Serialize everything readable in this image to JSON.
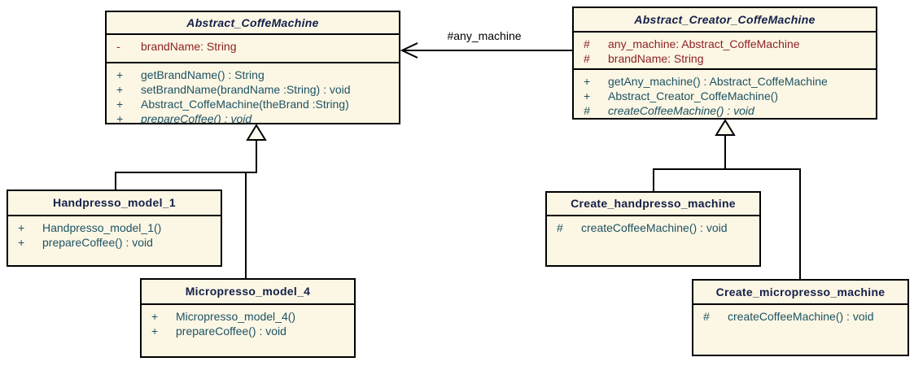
{
  "diagram_type": "uml-class-diagram",
  "colors": {
    "box_fill": "#FCF6E4",
    "box_border": "#000000",
    "title_text": "#14204A",
    "attribute_text": "#8D2323",
    "method_text": "#1D5363",
    "association_label_text": "#000000"
  },
  "classes": {
    "c1": {
      "name": "Abstract_CoffeMachine",
      "abstract": true,
      "attributes": [
        {
          "vis": "-",
          "text": "brandName: String",
          "italic": false
        }
      ],
      "methods": [
        {
          "vis": "+",
          "text": "getBrandName() : String",
          "italic": false
        },
        {
          "vis": "+",
          "text": "setBrandName(brandName :String) : void",
          "italic": false
        },
        {
          "vis": "+",
          "text": "Abstract_CoffeMachine(theBrand :String)",
          "italic": false
        },
        {
          "vis": "+",
          "text": "prepareCoffee() : void",
          "italic": true
        }
      ]
    },
    "c2": {
      "name": "Abstract_Creator_CoffeMachine",
      "abstract": true,
      "attributes": [
        {
          "vis": "#",
          "text": "any_machine: Abstract_CoffeMachine",
          "italic": false
        },
        {
          "vis": "#",
          "text": "brandName: String",
          "italic": false
        }
      ],
      "methods": [
        {
          "vis": "+",
          "text": "getAny_machine() : Abstract_CoffeMachine",
          "italic": false
        },
        {
          "vis": "+",
          "text": "Abstract_Creator_CoffeMachine()",
          "italic": false
        },
        {
          "vis": "#",
          "text": "createCoffeeMachine() : void",
          "italic": true
        }
      ]
    },
    "c3": {
      "name": "Handpresso_model_1",
      "abstract": false,
      "attributes": [],
      "methods": [
        {
          "vis": "+",
          "text": "Handpresso_model_1()",
          "italic": false
        },
        {
          "vis": "+",
          "text": "prepareCoffee() : void",
          "italic": false
        }
      ]
    },
    "c4": {
      "name": "Micropresso_model_4",
      "abstract": false,
      "attributes": [],
      "methods": [
        {
          "vis": "+",
          "text": "Micropresso_model_4()",
          "italic": false
        },
        {
          "vis": "+",
          "text": "prepareCoffee() : void",
          "italic": false
        }
      ]
    },
    "c5": {
      "name": "Create_handpresso_machine",
      "abstract": false,
      "attributes": [],
      "methods": [
        {
          "vis": "#",
          "text": "createCoffeeMachine() : void",
          "italic": false
        }
      ]
    },
    "c6": {
      "name": "Create_micropresso_machine",
      "abstract": false,
      "attributes": [],
      "methods": [
        {
          "vis": "#",
          "text": "createCoffeeMachine() : void",
          "italic": false
        }
      ]
    }
  },
  "relations": [
    {
      "type": "association",
      "label": "#any_machine",
      "from": "Abstract_Creator_CoffeMachine",
      "to": "Abstract_CoffeMachine"
    },
    {
      "type": "generalization",
      "from": "Handpresso_model_1",
      "to": "Abstract_CoffeMachine"
    },
    {
      "type": "generalization",
      "from": "Micropresso_model_4",
      "to": "Abstract_CoffeMachine"
    },
    {
      "type": "generalization",
      "from": "Create_handpresso_machine",
      "to": "Abstract_Creator_CoffeMachine"
    },
    {
      "type": "generalization",
      "from": "Create_micropresso_machine",
      "to": "Abstract_Creator_CoffeMachine"
    }
  ]
}
